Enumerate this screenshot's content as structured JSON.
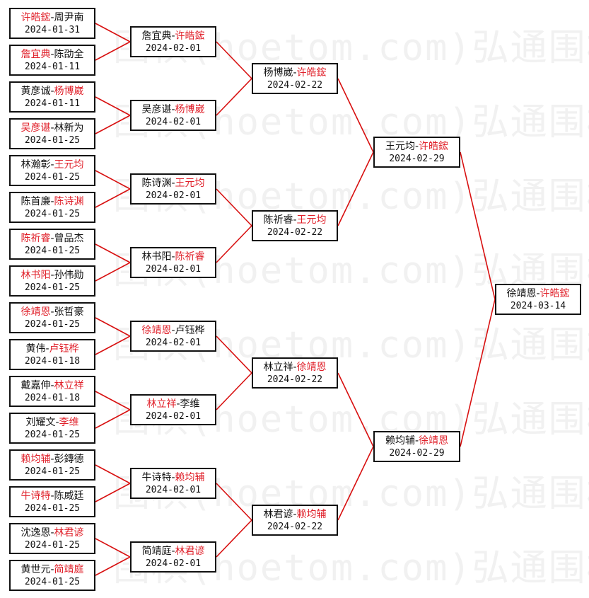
{
  "watermark": "围棋(hoetom.com)弘通围棋",
  "colors": {
    "winner": "#e0202a",
    "text": "#111111",
    "line": "#d81010",
    "border": "#111111"
  },
  "rounds": [
    [
      {
        "p1": "许皓鋐",
        "p2": "周尹南",
        "winner": 1,
        "date": "2024-01-31"
      },
      {
        "p1": "詹宜典",
        "p2": "陈劭全",
        "winner": 1,
        "date": "2024-01-11"
      },
      {
        "p1": "黄彦诚",
        "p2": "杨博崴",
        "winner": 2,
        "date": "2024-01-11"
      },
      {
        "p1": "吴彦谌",
        "p2": "林新为",
        "winner": 1,
        "date": "2024-01-25"
      },
      {
        "p1": "林瀚彰",
        "p2": "王元均",
        "winner": 2,
        "date": "2024-01-25"
      },
      {
        "p1": "陈首廉",
        "p2": "陈诗渊",
        "winner": 2,
        "date": "2024-01-25"
      },
      {
        "p1": "陈祈睿",
        "p2": "曾品杰",
        "winner": 1,
        "date": "2024-01-25"
      },
      {
        "p1": "林书阳",
        "p2": "孙伟勋",
        "winner": 1,
        "date": "2024-01-25"
      },
      {
        "p1": "徐靖恩",
        "p2": "张哲豪",
        "winner": 1,
        "date": "2024-01-25"
      },
      {
        "p1": "黄伟",
        "p2": "卢钰桦",
        "winner": 2,
        "date": "2024-01-18"
      },
      {
        "p1": "戴嘉伸",
        "p2": "林立祥",
        "winner": 2,
        "date": "2024-01-18"
      },
      {
        "p1": "刘耀文",
        "p2": "李维",
        "winner": 2,
        "date": "2024-01-25"
      },
      {
        "p1": "赖均辅",
        "p2": "彭鏄德",
        "winner": 1,
        "date": "2024-01-25"
      },
      {
        "p1": "牛诗特",
        "p2": "陈威廷",
        "winner": 1,
        "date": "2024-01-25"
      },
      {
        "p1": "沈逸恩",
        "p2": "林君谚",
        "winner": 2,
        "date": "2024-01-25"
      },
      {
        "p1": "黄世元",
        "p2": "简靖庭",
        "winner": 2,
        "date": "2024-01-25"
      }
    ],
    [
      {
        "p1": "詹宜典",
        "p2": "许皓鋐",
        "winner": 2,
        "date": "2024-02-01"
      },
      {
        "p1": "吴彦谌",
        "p2": "杨博崴",
        "winner": 2,
        "date": "2024-02-01"
      },
      {
        "p1": "陈诗渊",
        "p2": "王元均",
        "winner": 2,
        "date": "2024-02-01"
      },
      {
        "p1": "林书阳",
        "p2": "陈祈睿",
        "winner": 2,
        "date": "2024-02-01"
      },
      {
        "p1": "徐靖恩",
        "p2": "卢钰桦",
        "winner": 1,
        "date": "2024-02-01"
      },
      {
        "p1": "林立祥",
        "p2": "李维",
        "winner": 1,
        "date": "2024-02-01"
      },
      {
        "p1": "牛诗特",
        "p2": "赖均辅",
        "winner": 2,
        "date": "2024-02-01"
      },
      {
        "p1": "简靖庭",
        "p2": "林君谚",
        "winner": 2,
        "date": "2024-02-01"
      }
    ],
    [
      {
        "p1": "杨博崴",
        "p2": "许皓鋐",
        "winner": 2,
        "date": "2024-02-22"
      },
      {
        "p1": "陈祈睿",
        "p2": "王元均",
        "winner": 2,
        "date": "2024-02-22"
      },
      {
        "p1": "林立祥",
        "p2": "徐靖恩",
        "winner": 2,
        "date": "2024-02-22"
      },
      {
        "p1": "林君谚",
        "p2": "赖均辅",
        "winner": 2,
        "date": "2024-02-22"
      }
    ],
    [
      {
        "p1": "王元均",
        "p2": "许皓鋐",
        "winner": 2,
        "date": "2024-02-29"
      },
      {
        "p1": "赖均辅",
        "p2": "徐靖恩",
        "winner": 2,
        "date": "2024-02-29"
      }
    ],
    [
      {
        "p1": "徐靖恩",
        "p2": "许皓鋐",
        "winner": 2,
        "date": "2024-03-14"
      }
    ]
  ]
}
